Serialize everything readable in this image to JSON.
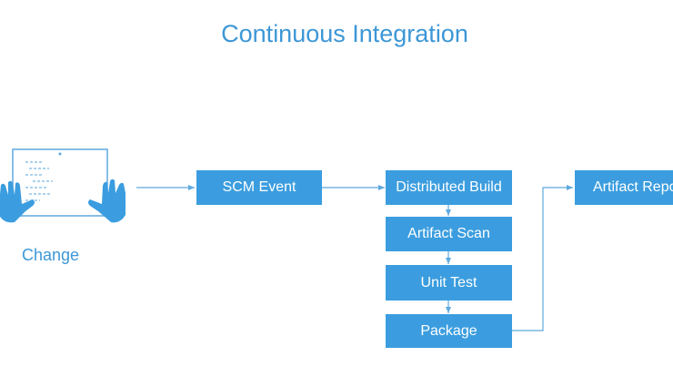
{
  "title": "Continuous Integration",
  "change_label": "Change",
  "colors": {
    "accent": "#3b9ddf",
    "title": "#3d97d6",
    "connector": "#5ea9df"
  },
  "nodes": {
    "scm_event": "SCM Event",
    "distributed_build": "Distributed Build",
    "artifact_scan": "Artifact Scan",
    "unit_test": "Unit Test",
    "package": "Package",
    "artifact_repo": "Artifact Repository"
  },
  "icons": {
    "change": "laptop-hands-icon"
  }
}
